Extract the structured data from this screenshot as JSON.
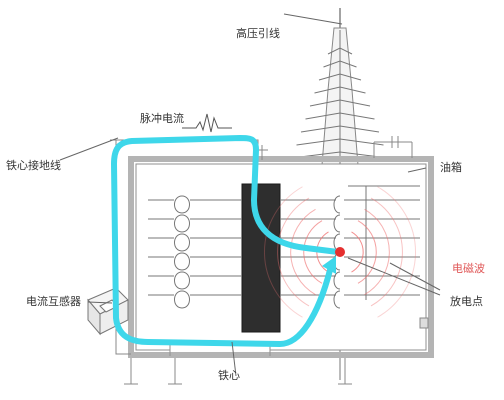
{
  "labels": {
    "hv_lead": "高压引线",
    "pulse_current": "脉冲电流",
    "core_ground_wire": "铁心接地线",
    "oil_tank": "油箱",
    "em_wave": "电磁波",
    "current_transformer": "电流互感器",
    "discharge_point": "放电点",
    "iron_core": "铁心"
  },
  "colors": {
    "tank_wall": "#aaaaaa",
    "tank_edge": "#888888",
    "iron_core": "#2e2e2e",
    "current_path": "#3ed7ea",
    "em_wave": "#ef7070",
    "discharge_dot": "#e53030",
    "wire": "#777777"
  }
}
